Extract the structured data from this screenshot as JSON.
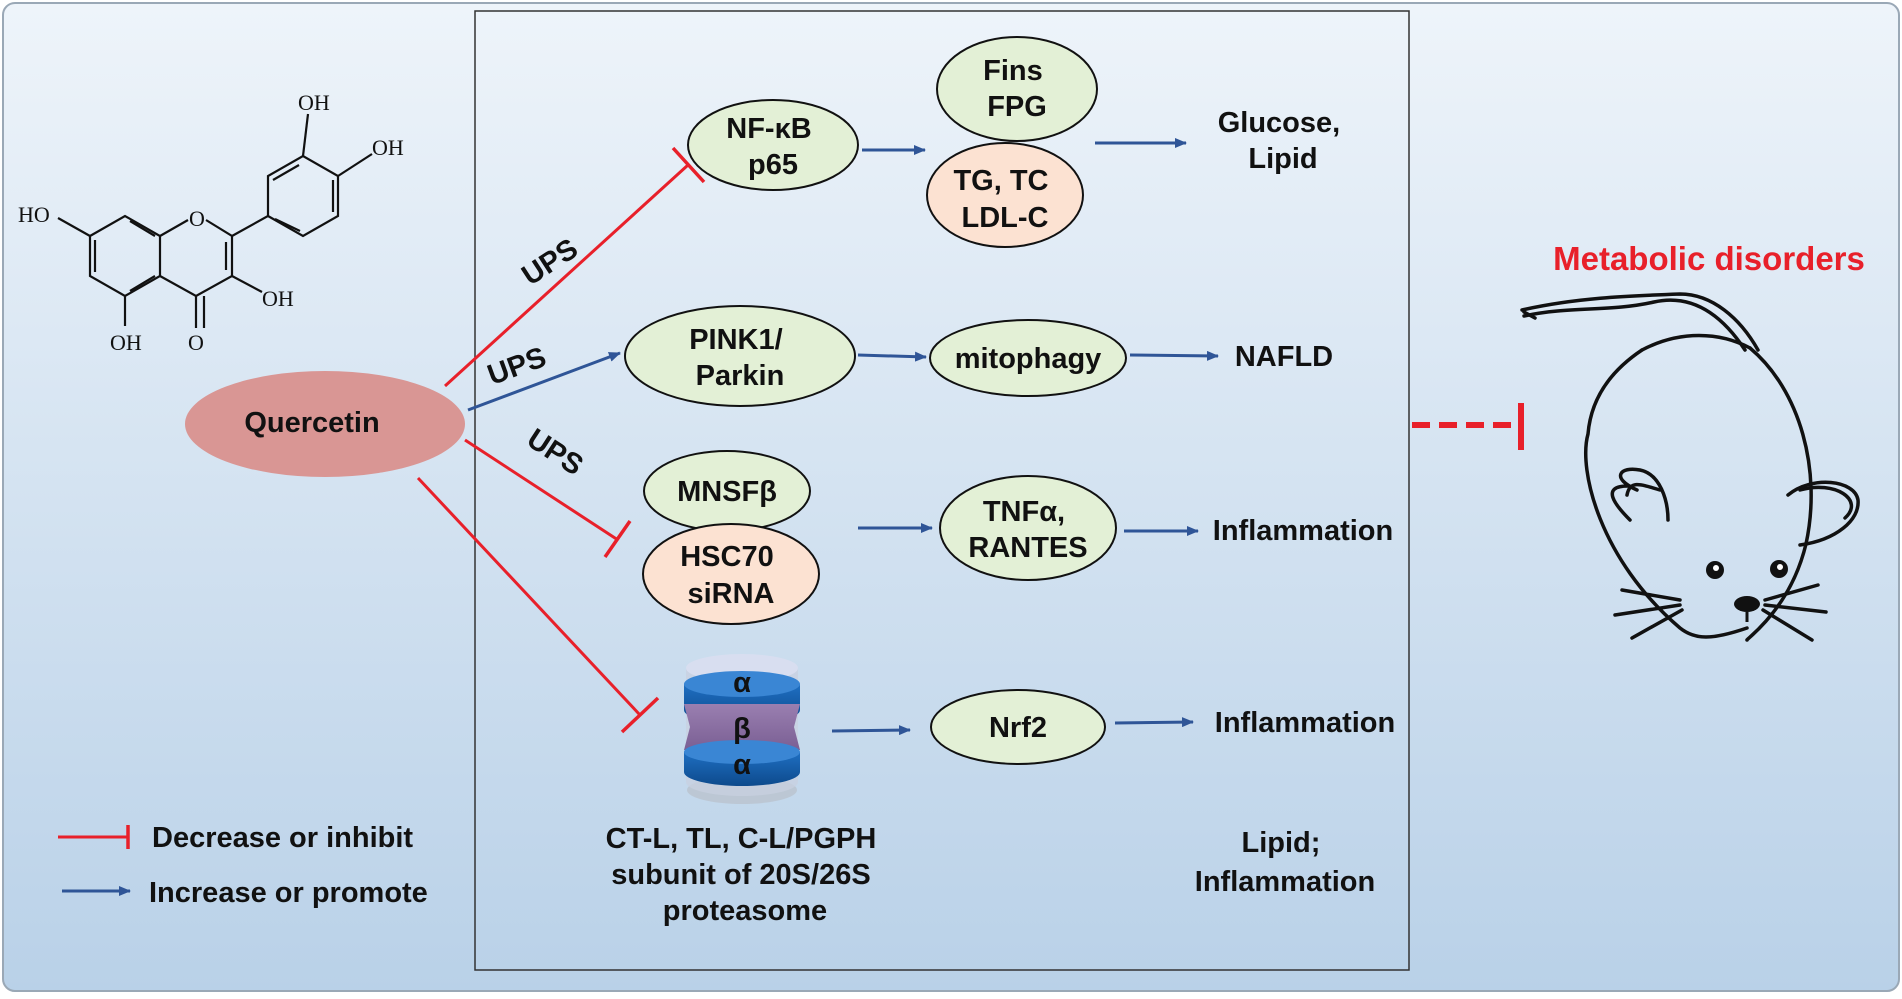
{
  "quercetin": {
    "label": "Quercetin"
  },
  "molecule": {
    "oh1": "OH",
    "oh2": "OH",
    "oh3": "HO",
    "oh4": "OH",
    "oh5": "OH",
    "o_ring": "O",
    "o_keto": "O"
  },
  "pathways": {
    "p1": {
      "ups": "UPS",
      "node1": [
        "NF-κB",
        "p65"
      ],
      "node2a": [
        "Fins",
        "FPG"
      ],
      "node2b": [
        "TG, TC",
        "LDL-C"
      ],
      "outcome": [
        "Glucose,",
        "Lipid"
      ]
    },
    "p2": {
      "ups": "UPS",
      "node1": [
        "PINK1/",
        "Parkin"
      ],
      "node2": "mitophagy",
      "outcome": "NAFLD"
    },
    "p3": {
      "ups": "UPS",
      "node1a": "MNSFβ",
      "node1b": [
        "HSC70",
        "siRNA"
      ],
      "node2": [
        "TNFα,",
        "RANTES"
      ],
      "outcome": "Inflammation"
    },
    "p4": {
      "proteasome": [
        "α",
        "β",
        "α"
      ],
      "caption": [
        "CT-L, TL, C-L/PGPH",
        "subunit of 20S/26S",
        "proteasome"
      ],
      "node2": "Nrf2",
      "outcome": "Inflammation"
    }
  },
  "summary": [
    "Lipid;",
    "Inflammation"
  ],
  "metabolic": {
    "label": "Metabolic disorders"
  },
  "legend": {
    "inhibit": "Decrease or inhibit",
    "promote": "Increase or promote"
  },
  "colors": {
    "inhibit": "#e8202a",
    "promote": "#2f5597",
    "green_node": "#e3f0d6",
    "peach_node": "#fce2d2",
    "quercetin": "#d99694",
    "title_red": "#e8202a"
  }
}
